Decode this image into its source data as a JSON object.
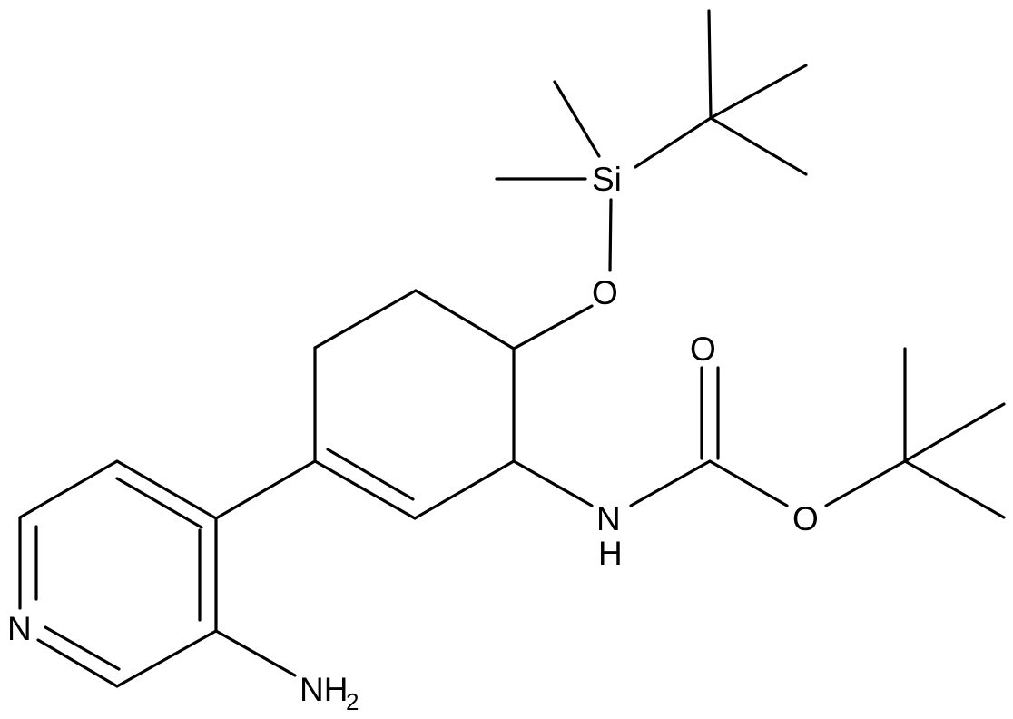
{
  "structure": {
    "atoms": {
      "Si": "Si",
      "O_silyl": "O",
      "O_carbonyl": "O",
      "O_ester": "O",
      "NH_N": "N",
      "NH_H": "H",
      "N_pyridine": "N",
      "NH2_N": "NH",
      "NH2_sub": "2"
    },
    "line_color": "#000000",
    "background": "#ffffff"
  }
}
